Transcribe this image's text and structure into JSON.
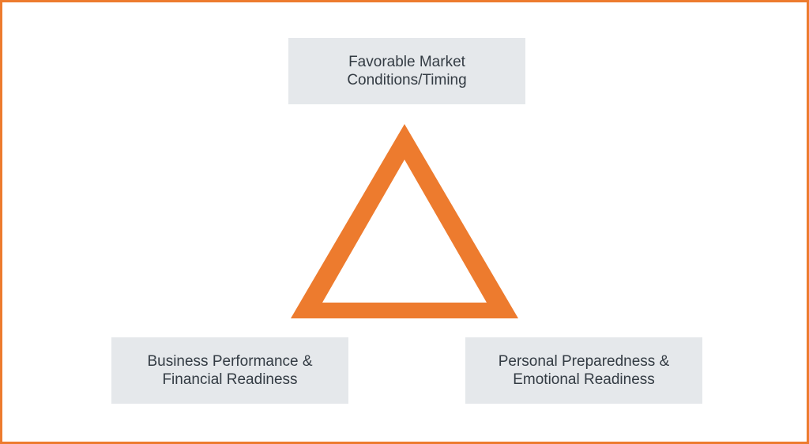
{
  "diagram": {
    "accent_color": "#ed7b2e",
    "box_color": "#e5e8eb",
    "text_color": "#333b43",
    "shape": "triangle-outline",
    "top_box": {
      "line1": "Favorable Market",
      "line2": "Conditions/Timing"
    },
    "left_box": {
      "line1": "Business Performance &",
      "line2": "Financial Readiness"
    },
    "right_box": {
      "line1": "Personal Preparedness &",
      "line2": "Emotional Readiness"
    }
  }
}
